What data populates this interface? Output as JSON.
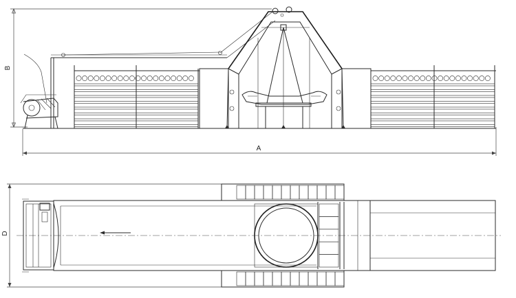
{
  "dimensions": {
    "A": "A",
    "B": "B",
    "D": "D"
  },
  "colors": {
    "line": "#2a2a2a",
    "background": "#ffffff"
  }
}
